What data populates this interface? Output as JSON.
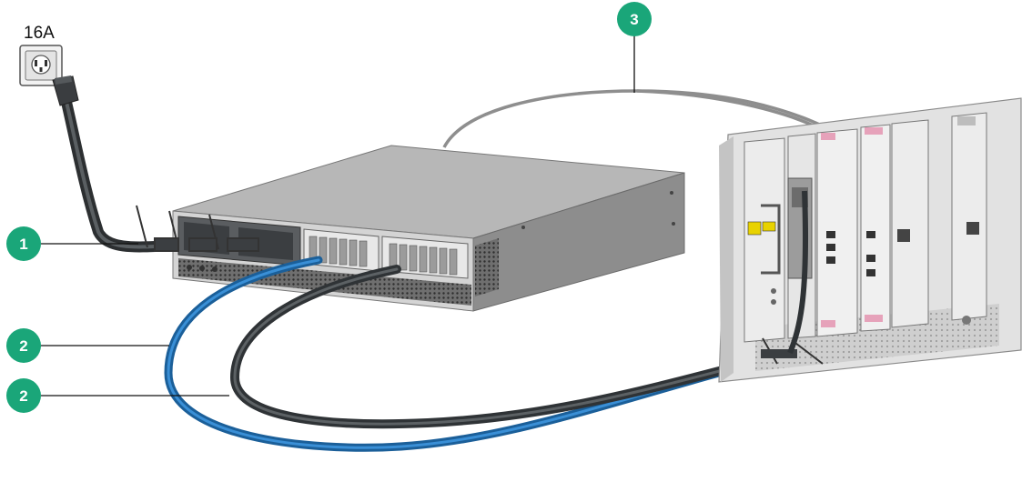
{
  "outlet": {
    "rating": "16A"
  },
  "callouts": [
    {
      "id": "c1",
      "number": "1"
    },
    {
      "id": "c2a",
      "number": "2"
    },
    {
      "id": "c2b",
      "number": "2"
    },
    {
      "id": "c3",
      "number": "3"
    }
  ],
  "colors": {
    "callout_fill": "#1aa679",
    "blue_cable": "#1d72b8",
    "dark_cable": "#3d4245",
    "gray_cable": "#9a9a9a",
    "chassis_top": "#b3b3b3",
    "chassis_front": "#d6d6d6",
    "chassis_side": "#8a8a8a",
    "card_accent": "#e6a2ba"
  }
}
